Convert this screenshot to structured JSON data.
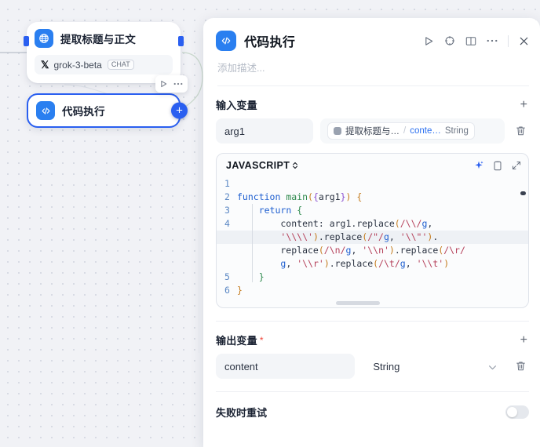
{
  "canvas": {
    "upstream_node": {
      "title": "提取标题与正文",
      "icon": "grid-sphere-icon",
      "model": {
        "provider_icon": "xai-logo-icon",
        "name": "grok-3-beta",
        "badge": "CHAT"
      }
    },
    "selected_node": {
      "title": "代码执行",
      "icon": "code-brackets-icon",
      "add_handle_label": "+"
    },
    "mini_toolbar": {
      "run_label": "▷",
      "more_label": "···"
    }
  },
  "panel": {
    "icon": "code-brackets-icon",
    "title": "代码执行",
    "description_placeholder": "添加描述...",
    "actions": [
      {
        "name": "run-icon",
        "label": "▷"
      },
      {
        "name": "target-icon",
        "label": "⊕"
      },
      {
        "name": "panel-layout-icon",
        "label": "▥"
      },
      {
        "name": "more-options-icon",
        "label": "···"
      },
      {
        "name": "close-icon",
        "label": "✕"
      }
    ],
    "input_section": {
      "title": "输入变量",
      "add_label": "+",
      "rows": [
        {
          "name": "arg1",
          "ref_node": "提取标题与…",
          "separator": "/",
          "ref_field": "conte…",
          "ref_type": "String",
          "delete_label": "delete-icon"
        }
      ]
    },
    "editor": {
      "language": "JAVASCRIPT",
      "language_caret": "⌄",
      "tools": [
        {
          "name": "ai-generate-icon",
          "label": "✦"
        },
        {
          "name": "copy-icon",
          "label": "⧉"
        },
        {
          "name": "expand-icon",
          "label": "⤢"
        }
      ],
      "lines": [
        {
          "no": "1",
          "text": "",
          "highlight": false
        },
        {
          "no": "2",
          "text": "function main({arg1}) {",
          "highlight": false
        },
        {
          "no": "3",
          "text": "    return {",
          "highlight": false
        },
        {
          "no": "4",
          "text": "        content: arg1.replace(/\\\\/g,",
          "highlight": false
        },
        {
          "no": "",
          "text": "        '\\\\\\\\').replace(/\"/g, '\\\\\"').",
          "highlight": true
        },
        {
          "no": "",
          "text": "        replace(/\\n/g, '\\\\n').replace(/\\r/",
          "highlight": false
        },
        {
          "no": "",
          "text": "        g, '\\\\r').replace(/\\t/g, '\\\\t')",
          "highlight": false
        },
        {
          "no": "5",
          "text": "    }",
          "highlight": false
        },
        {
          "no": "6",
          "text": "}",
          "highlight": false
        }
      ]
    },
    "output_section": {
      "title": "输出变量",
      "required_mark": "*",
      "add_label": "+",
      "rows": [
        {
          "name": "content",
          "type": "String",
          "caret": "⌄",
          "delete_label": "delete-icon"
        }
      ]
    },
    "retry_section": {
      "title": "失败时重试",
      "enabled": false
    }
  },
  "colors": {
    "accent": "#2a5ff0",
    "node_icon": "#2a7ff0",
    "required": "#f04438",
    "canvas_bg": "#f1f2f6"
  }
}
